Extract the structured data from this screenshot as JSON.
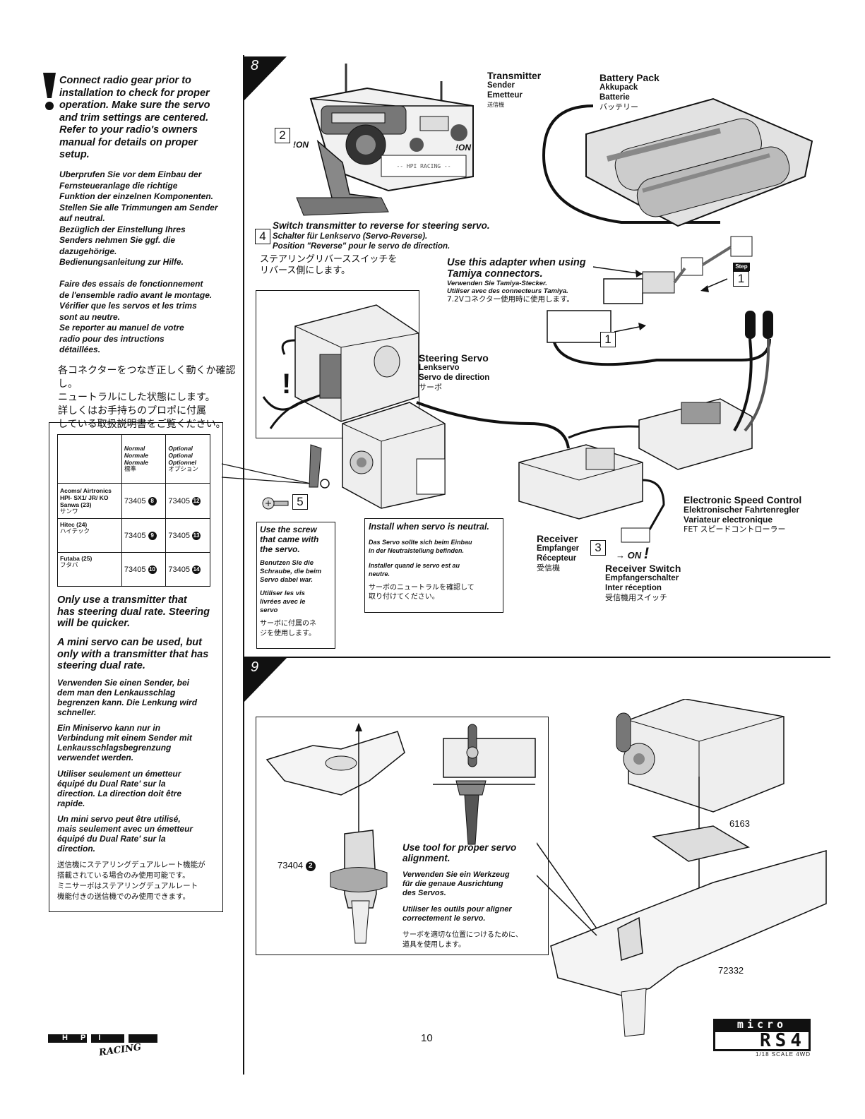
{
  "left": {
    "warning_lines": [
      "Connect radio gear prior to",
      "installation to check for proper",
      "operation.  Make sure the servo",
      "and trim settings are centered.",
      "Refer to your radio's owners",
      "manual for details on proper",
      "setup."
    ],
    "german_lines": [
      "Uberprufen Sie vor dem Einbau der",
      "Fernsteueranlage die richtige",
      "Funktion der einzelnen Komponenten.",
      "Stellen Sie alle Trimmungen am Sender",
      "auf neutral.",
      "Bezüglich der Einstellung Ihres",
      "Senders nehmen Sie ggf. die",
      "dazugehörige.",
      "Bedienungsanleitung zur Hilfe."
    ],
    "french_lines": [
      "Faire des essais de fonctionnement",
      "de l'ensemble radio avant le montage.",
      "Vérifier que les servos et les trims",
      "sont au neutre.",
      "Se reporter au manuel de votre",
      "radio pour des intructions",
      "détaillées."
    ],
    "japanese_lines": [
      "各コネクターをつなぎ正しく動くか確認し。",
      "ニュートラルにした状態にします。",
      "詳しくはお手持ちのプロポに付属",
      "している取扱説明書をご覧ください。"
    ],
    "table": {
      "header_normal": [
        "Normal",
        "Normale",
        "Normale",
        "標準"
      ],
      "header_optional": [
        "Optional",
        "Optional",
        "Optionnel",
        "オプション"
      ],
      "rows": [
        {
          "brand_lines": [
            "Acoms/ Airtronics",
            "HPI- SX1/ JR/ KO",
            "Sanwa (23)",
            "サンワ"
          ],
          "normal": "73405",
          "normal_num": "8",
          "optional": "73405",
          "optional_num": "12"
        },
        {
          "brand_lines": [
            "Hitec (24)",
            "ハイテック"
          ],
          "normal": "73405",
          "normal_num": "9",
          "optional": "73405",
          "optional_num": "13"
        },
        {
          "brand_lines": [
            "Futaba (25)",
            "フタバ"
          ],
          "normal": "73405",
          "normal_num": "10",
          "optional": "73405",
          "optional_num": "14"
        }
      ]
    },
    "note1_lines": [
      "Only use a transmitter that",
      "has steering dual rate. Steering",
      "will be quicker."
    ],
    "note2_lines": [
      "A mini servo can be used, but",
      "only with a transmitter that has",
      "steering dual rate."
    ],
    "note3_lines": [
      "Verwenden Sie einen Sender, bei",
      "dem man den Lenkausschlag",
      "begrenzen kann. Die Lenkung wird",
      "schneller."
    ],
    "note4_lines": [
      "Ein Miniservo kann nur in",
      "Verbindung mit einem Sender mit",
      "Lenkausschlagsbegrenzung",
      "verwendet werden."
    ],
    "note5_lines": [
      "Utiliser seulement un émetteur",
      "équipé du Dual Rate' sur la",
      "direction. La direction doit être",
      "rapide."
    ],
    "note6_lines": [
      "Un mini servo peut être utilisé,",
      "mais seulement avec un émetteur",
      "équipé du Dual Rate' sur la",
      "direction."
    ],
    "note7_lines": [
      "送信機にステアリングデュアルレート機能が",
      "搭載されている場合のみ使用可能です。",
      "ミニサーボはステアリングデュアルレート",
      "機能付きの送信機でのみ使用できます。"
    ]
  },
  "step8": {
    "number": "8",
    "transmitter": [
      "Transmitter",
      "Sender",
      "Emetteur",
      "送信機"
    ],
    "battery": [
      "Battery Pack",
      "Akkupack",
      "Batterie",
      "バッテリー"
    ],
    "step2_num": "2",
    "on_label": "ON",
    "step4_num": "4",
    "step4_lines": [
      "Switch transmitter to reverse for steering servo.",
      "Schalter für Lenkservo (Servo-Reverse).",
      "Position \"Reverse\" pour le servo de direction.",
      "ステアリングリバーススイッチを",
      "リバース側にします。"
    ],
    "adapter_lines": [
      "Use this adapter when using",
      "Tamiya connectors.",
      "Verwenden Sie Tamiya-Stecker.",
      "Utiliser avec des connecteurs Tamiya.",
      "7.2Vコネクター使用時に使用します。"
    ],
    "step_word": "Step",
    "step1_num": "1",
    "conn1_num": "1",
    "steering_servo": [
      "Steering Servo",
      "Lenkservo",
      "Servo de direction",
      "サーボ"
    ],
    "esc": [
      "Electronic Speed Control",
      "Elektronischer Fahrtenregler",
      "Variateur electronique",
      "FET スピードコントローラー"
    ],
    "receiver": [
      "Receiver",
      "Empfanger",
      "Récepteur",
      "受信機"
    ],
    "step3_num": "3",
    "receiver_switch": [
      "Receiver Switch",
      "Empfangerschalter",
      "Inter réception",
      "受信機用スイッチ"
    ],
    "step5_num": "5",
    "screw_lines": [
      "Use the screw",
      "that came with",
      "the servo."
    ],
    "screw_de": [
      "Benutzen Sie die",
      "Schraube, die beim",
      "Servo dabei war."
    ],
    "screw_fr": [
      "Utiliser les vis",
      "livrées avec le",
      "servo"
    ],
    "screw_jp": [
      "サーボに付属のネ",
      "ジを使用します。"
    ],
    "neutral_title": "Install when servo is neutral.",
    "neutral_de": [
      "Das Servo sollte sich beim Einbau",
      "in der Neutralstellung befinden."
    ],
    "neutral_fr": [
      "Installer quand le servo est au",
      "neutre."
    ],
    "neutral_jp": [
      "サーボのニュートラルを確認して",
      "取り付けてください。"
    ],
    "hpi_racing": "-- HPI RACING --"
  },
  "step9": {
    "number": "9",
    "tool_title": [
      "Use tool for proper servo",
      "alignment."
    ],
    "tool_de": [
      "Verwenden Sie ein Werkzeug",
      "für die genaue Ausrichtung",
      "des Servos."
    ],
    "tool_fr": [
      "Utiliser les outils pour aligner",
      "correctement le servo."
    ],
    "tool_jp": [
      "サーボを適切な位置につけるために、",
      "道具を使用します。"
    ],
    "part_tool": "73404",
    "part_tool_num": "2",
    "part_tape": "6163",
    "part_chassis": "72332"
  },
  "footer": {
    "page_number": "10",
    "brand": "HPI",
    "brand_sub": "RACING",
    "product_line1": "micro",
    "product_line2": "RS4",
    "product_sub": "1/18 SCALE 4WD"
  }
}
